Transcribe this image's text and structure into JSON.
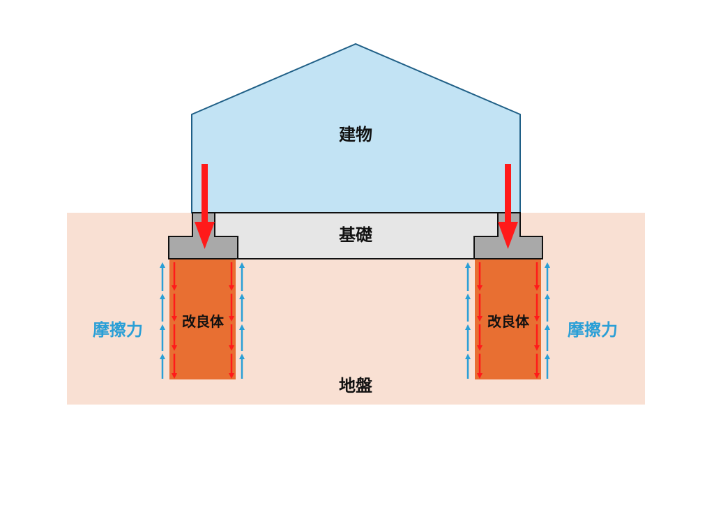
{
  "labels": {
    "building": "建物",
    "foundation": "基礎",
    "improved_body_left": "改良体",
    "improved_body_right": "改良体",
    "friction_left": "摩擦力",
    "friction_right": "摩擦力",
    "ground": "地盤"
  },
  "colors": {
    "ground": "#f9e0d3",
    "building_fill": "#c2e3f4",
    "building_stroke": "#1f5f86",
    "foundation_slab": "#e6e6e6",
    "footing": "#a9a9a9",
    "improved_body": "#e86f32",
    "load_arrow": "#ff1a1a",
    "friction_arrow": "#2a9fd6",
    "outline": "#111111"
  }
}
